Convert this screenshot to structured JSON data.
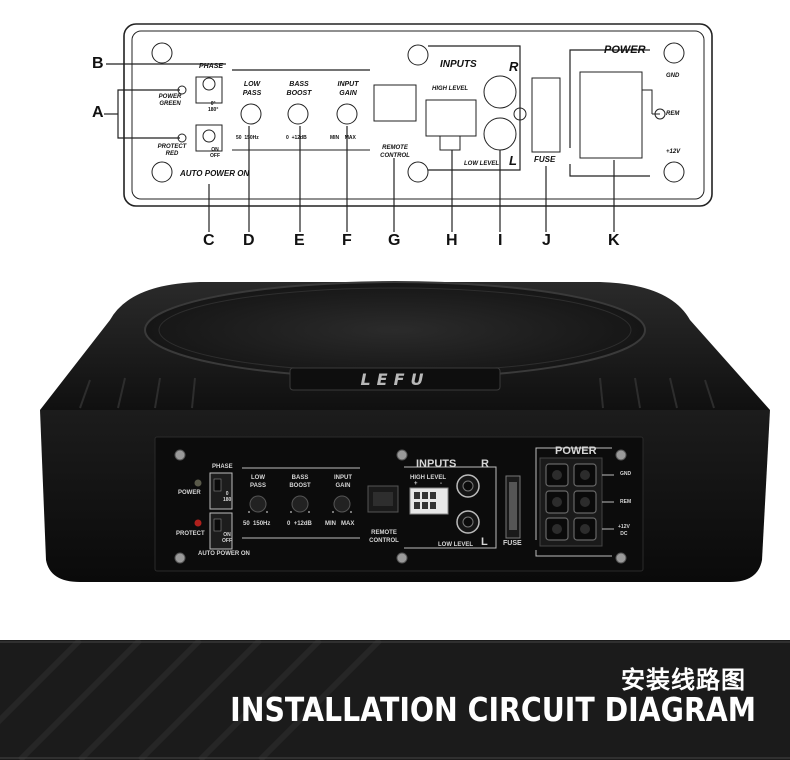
{
  "diagram": {
    "callouts": [
      "A",
      "B",
      "C",
      "D",
      "E",
      "F",
      "G",
      "H",
      "I",
      "J",
      "K"
    ],
    "labels": {
      "phase": "PHASE",
      "power_green_1": "POWER",
      "power_green_2": "GREEN",
      "phase_0": "0°",
      "phase_180": "180°",
      "protect_red_1": "PROTECT",
      "protect_red_2": "RED",
      "on": "ON",
      "off": "OFF",
      "auto_power_on": "AUTO POWER ON",
      "low_pass_1": "LOW",
      "low_pass_2": "PASS",
      "low_pass_min": "50",
      "low_pass_max": "150Hz",
      "bass_boost_1": "BASS",
      "bass_boost_2": "BOOST",
      "bass_boost_min": "0",
      "bass_boost_max": "+12dB",
      "input_gain_1": "INPUT",
      "input_gain_2": "GAIN",
      "input_gain_min": "MIN",
      "input_gain_max": "MAX",
      "remote_control_1": "REMOTE",
      "remote_control_2": "CONTROL",
      "inputs": "INPUTS",
      "r": "R",
      "l": "L",
      "high_level": "HIGH  LEVEL",
      "low_level": "LOW  LEVEL",
      "fuse": "FUSE",
      "power": "POWER",
      "gnd": "GND",
      "rem": "REM",
      "plus12v": "+12V"
    }
  },
  "photo": {
    "logo": "LEFU",
    "labels": {
      "power": "POWER",
      "phase": "PHASE",
      "phase_0": "0",
      "phase_180": "180",
      "protect": "PROTECT",
      "on": "ON",
      "off": "OFF",
      "auto_power_on": "AUTO POWER ON",
      "low_pass_1": "LOW",
      "low_pass_2": "PASS",
      "low_pass_min": "50",
      "low_pass_max": "150Hz",
      "bass_boost_1": "BASS",
      "bass_boost_2": "BOOST",
      "bass_boost_min": "0",
      "bass_boost_max": "+12dB",
      "input_gain_1": "INPUT",
      "input_gain_2": "GAIN",
      "input_gain_min": "MIN",
      "input_gain_max": "MAX",
      "remote_control_1": "REMOTE",
      "remote_control_2": "CONTROL",
      "inputs": "INPUTS",
      "r": "R",
      "l": "L",
      "high_level": "HIGH LEVEL",
      "plus": "+",
      "minus": "-",
      "low_level": "LOW LEVEL",
      "fuse": "FUSE",
      "gnd": "GND",
      "rem": "REM",
      "plus12v": "+12V",
      "dc": "DC"
    }
  },
  "banner": {
    "chinese": "安装线路图",
    "english": "INSTALLATION CIRCUIT DIAGRAM"
  },
  "colors": {
    "banner_bg": "#1b1b1b",
    "device_body": "#141414",
    "panel": "#0c0c0c",
    "led_green": "#5a5a4a",
    "led_red": "#b0201c"
  }
}
